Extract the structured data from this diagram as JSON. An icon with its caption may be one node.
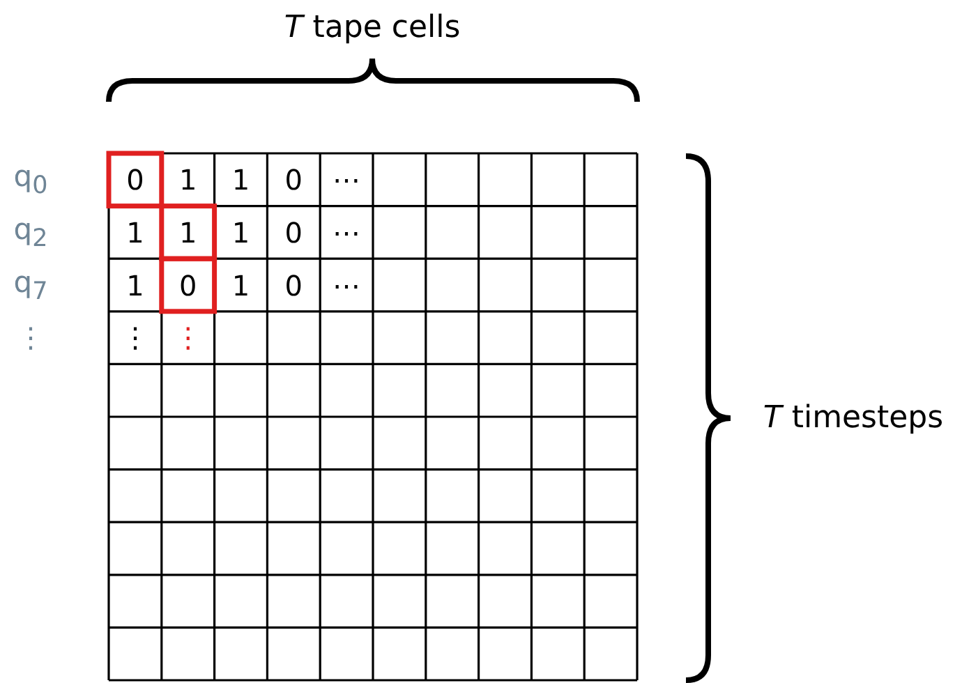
{
  "diagram": {
    "labels": [
      "*T* tape cells",
      "q$_{0}$",
      "0",
      "1",
      "1",
      "0",
      "⋯",
      "q$_{2}$",
      "1",
      "1",
      "1",
      "0",
      "⋯",
      "q$_{7}$",
      "1",
      "0",
      "1",
      "0",
      "⋯",
      "⋮",
      "⋮",
      "⋮",
      "*T* timesteps"
    ]
  }
}
